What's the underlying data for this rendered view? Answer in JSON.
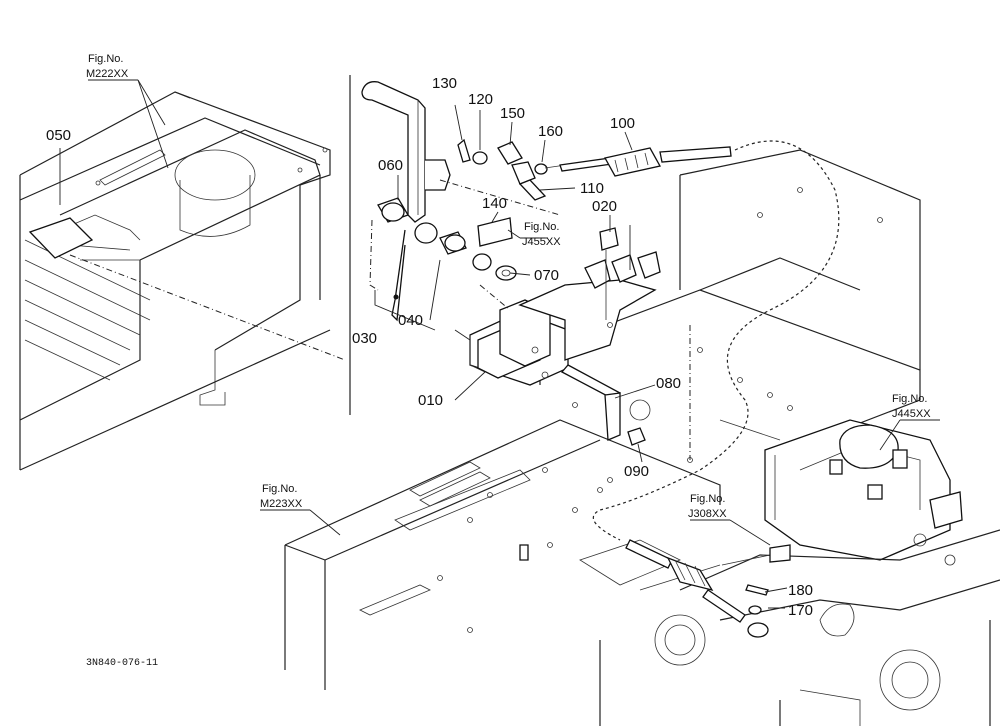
{
  "diagram": {
    "code": "3N840-076-11",
    "part_numbers": {
      "p010": "010",
      "p020": "020",
      "p030": "030",
      "p040": "040",
      "p050": "050",
      "p060": "060",
      "p070": "070",
      "p080": "080",
      "p090": "090",
      "p100": "100",
      "p110": "110",
      "p120": "120",
      "p130": "130",
      "p140": "140",
      "p150": "150",
      "p160": "160",
      "p170": "170",
      "p180": "180"
    },
    "fig_refs": {
      "label": "Fig.No.",
      "m222": "M222XX",
      "m223": "M223XX",
      "j455": "J455XX",
      "j445": "J445XX",
      "j308": "J308XX"
    }
  }
}
